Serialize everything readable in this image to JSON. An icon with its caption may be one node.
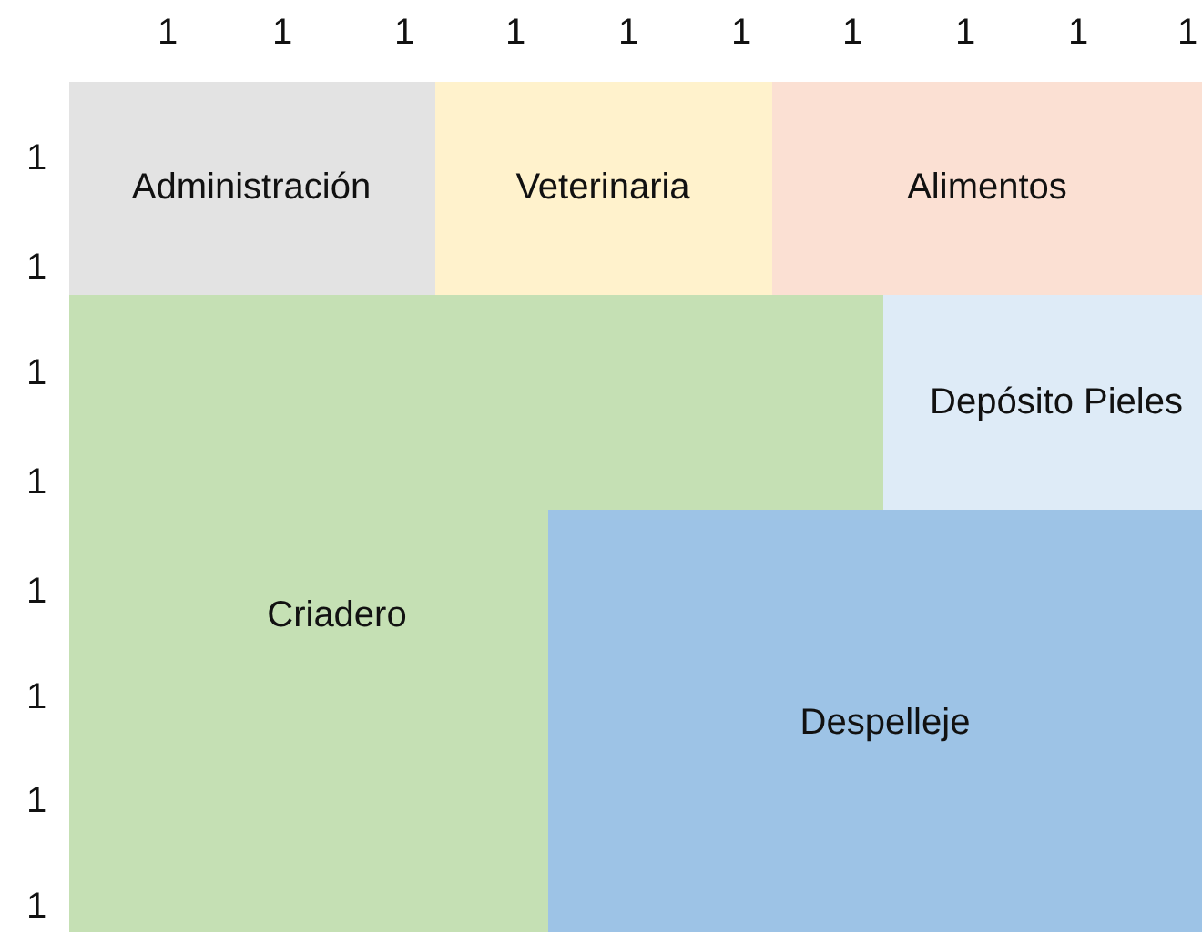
{
  "diagram": {
    "nodes": [
      {
        "text": [
          "Administración"
        ]
      },
      {
        "text": [
          "Veterinaria"
        ]
      },
      {
        "text": [
          "Alimentos"
        ]
      },
      {
        "text": [
          "Criadero"
        ]
      },
      {
        "text": [
          "Depósito Pieles"
        ]
      },
      {
        "text": [
          "Despelleje"
        ]
      }
    ],
    "labels": [
      "1",
      "1",
      "1",
      "1",
      "1",
      "1",
      "1",
      "1",
      "1",
      "1",
      "1",
      "1",
      "1",
      "1",
      "1",
      "1",
      "1",
      "1"
    ]
  }
}
